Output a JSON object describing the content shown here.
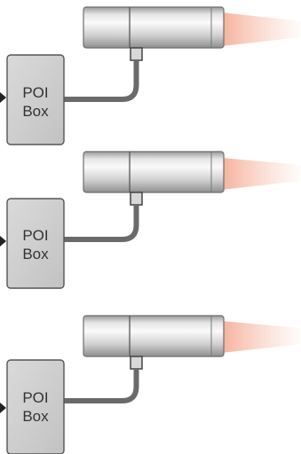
{
  "units": [
    {
      "box_label_line1": "POI",
      "box_label_line2": "Box"
    },
    {
      "box_label_line1": "POI",
      "box_label_line2": "Box"
    },
    {
      "box_label_line1": "POI",
      "box_label_line2": "Box"
    }
  ],
  "colors": {
    "background": "#ffffff",
    "box_fill": "#cfcfcf",
    "box_stroke": "#555555",
    "cable": "#6a6a6a",
    "arrow": "#222222",
    "beam": "#f4a48c"
  }
}
